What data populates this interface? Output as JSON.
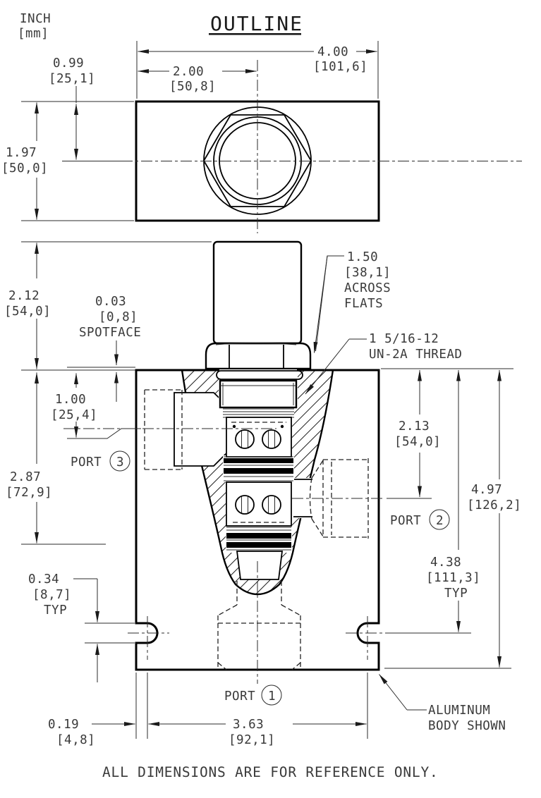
{
  "header": {
    "units_in": "INCH",
    "units_mm": "[mm]",
    "title": "OUTLINE"
  },
  "footer": "ALL DIMENSIONS ARE FOR REFERENCE ONLY.",
  "dimensions": {
    "d400": {
      "in": "4.00",
      "mm": "[101,6]"
    },
    "d200": {
      "in": "2.00",
      "mm": "[50,8]"
    },
    "d099": {
      "in": "0.99",
      "mm": "[25,1]"
    },
    "d197": {
      "in": "1.97",
      "mm": "[50,0]"
    },
    "d212": {
      "in": "2.12",
      "mm": "[54,0]"
    },
    "d003": {
      "in": "0.03",
      "mm": "[0,8]",
      "note": "SPOTFACE"
    },
    "d150": {
      "in": "1.50",
      "mm": "[38,1]",
      "note1": "ACROSS",
      "note2": "FLATS"
    },
    "thread": {
      "line1": "1 5/16-12",
      "line2": "UN-2A THREAD"
    },
    "d100": {
      "in": "1.00",
      "mm": "[25,4]"
    },
    "d287": {
      "in": "2.87",
      "mm": "[72,9]"
    },
    "d213": {
      "in": "2.13",
      "mm": "[54,0]"
    },
    "d497": {
      "in": "4.97",
      "mm": "[126,2]"
    },
    "d438": {
      "in": "4.38",
      "mm": "[111,3]",
      "note": "TYP"
    },
    "d034": {
      "in": "0.34",
      "mm": "[8,7]",
      "note": "TYP"
    },
    "d019": {
      "in": "0.19",
      "mm": "[4,8]"
    },
    "d363": {
      "in": "3.63",
      "mm": "[92,1]"
    }
  },
  "ports": {
    "p1": {
      "label": "PORT",
      "num": "1"
    },
    "p2": {
      "label": "PORT",
      "num": "2"
    },
    "p3": {
      "label": "PORT",
      "num": "3"
    }
  },
  "notes": {
    "aluminum1": "ALUMINUM",
    "aluminum2": "BODY SHOWN"
  }
}
